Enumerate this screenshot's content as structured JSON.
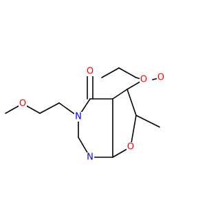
{
  "molecule": {
    "atom_labels": {
      "o_methoxy": "O",
      "n3": "N",
      "n1": "N",
      "o_ring": "O",
      "o_carbonyl": "O",
      "o_ester_carbonyl": "O",
      "o_ester": "O"
    }
  },
  "colors": {
    "bond": "#000000",
    "oxygen": "#ff0000",
    "nitrogen": "#0000ff",
    "background": "#ffffff"
  }
}
